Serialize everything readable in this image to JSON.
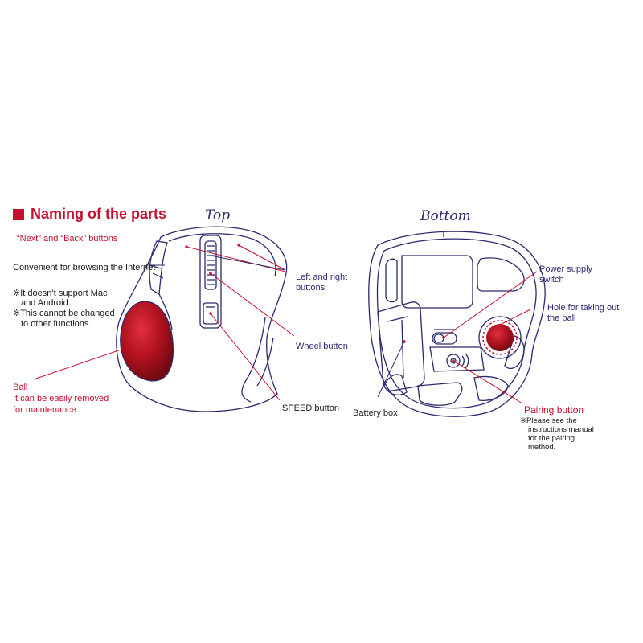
{
  "heading": "Naming of the parts",
  "views": {
    "top": "Top",
    "bottom": "Bottom"
  },
  "top_labels": {
    "next_back": "“Next” and “Back” buttons",
    "convenient": "Convenient for browsing the Internet",
    "note1a": "※It doesn’t support Mac",
    "note1b": "and Android.",
    "note2a": "※This cannot be changed",
    "note2b": "to other functions.",
    "left_right_1": "Left and right",
    "left_right_2": "buttons",
    "wheel": "Wheel button",
    "speed": "SPEED button",
    "ball": "Ball",
    "ball_desc1": "It can be easily removed",
    "ball_desc2": "for maintenance."
  },
  "bottom_labels": {
    "power_1": "Power supply",
    "power_2": "switch",
    "hole_1": "Hole for taking out",
    "hole_2": "the ball",
    "battery": "Battery box",
    "pairing": "Pairing button",
    "pair_note1": "※Please see the",
    "pair_note2": "instructions manual",
    "pair_note3": "for the pairing",
    "pair_note4": "method."
  },
  "colors": {
    "accent": "#c8102e",
    "outline": "#2a2a6e",
    "ball": "#a8101c"
  }
}
